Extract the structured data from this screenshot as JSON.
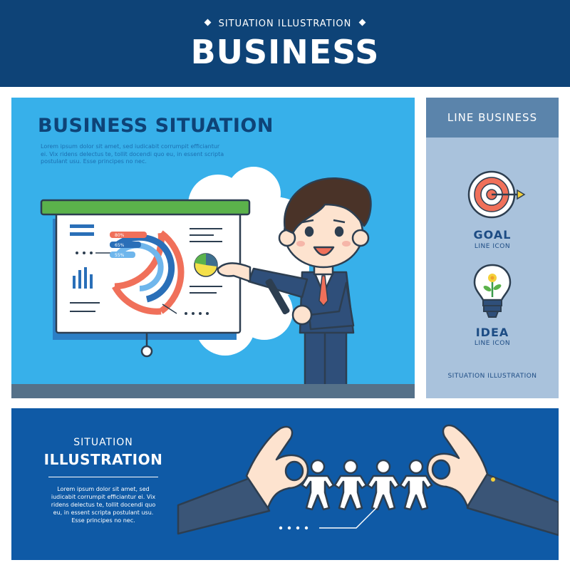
{
  "header": {
    "subtitle": "SITUATION ILLUSTRATION",
    "title": "BUSINESS"
  },
  "main_panel": {
    "title": "BUSINESS SITUATION",
    "description": "Lorem ipsum dolor sit amet, sed iudicabit corrumpit efficiantur ei. Vix ridens delectus te, tollit docendi quo eu, in essent scripta postulant usu. Esse principes no nec.",
    "chart_labels": [
      "80%",
      "65%",
      "55%"
    ]
  },
  "side_panel": {
    "title": "LINE BUSINESS",
    "icons": [
      {
        "icon": "target-icon",
        "label": "GOAL",
        "sub": "LINE ICON"
      },
      {
        "icon": "lightbulb-icon",
        "label": "IDEA",
        "sub": "LINE ICON"
      }
    ],
    "footer": "SITUATION ILLUSTRATION"
  },
  "bottom_panel": {
    "title_small": "SITUATION",
    "title_big": "ILLUSTRATION",
    "description": "Lorem ipsum dolor sit amet, sed iudicabit corrumpit efficiantur ei. Vix ridens delectus te, tollit docendi quo eu, in essent scripta postulant usu. Esse principes no nec."
  },
  "colors": {
    "header_bg": "#0e4377",
    "main_bg": "#37b0ea",
    "side_bg": "#a9c2dc",
    "bottom_bg": "#0f5aa6",
    "accent_orange": "#f0705a",
    "accent_blue": "#2a6fb8"
  }
}
